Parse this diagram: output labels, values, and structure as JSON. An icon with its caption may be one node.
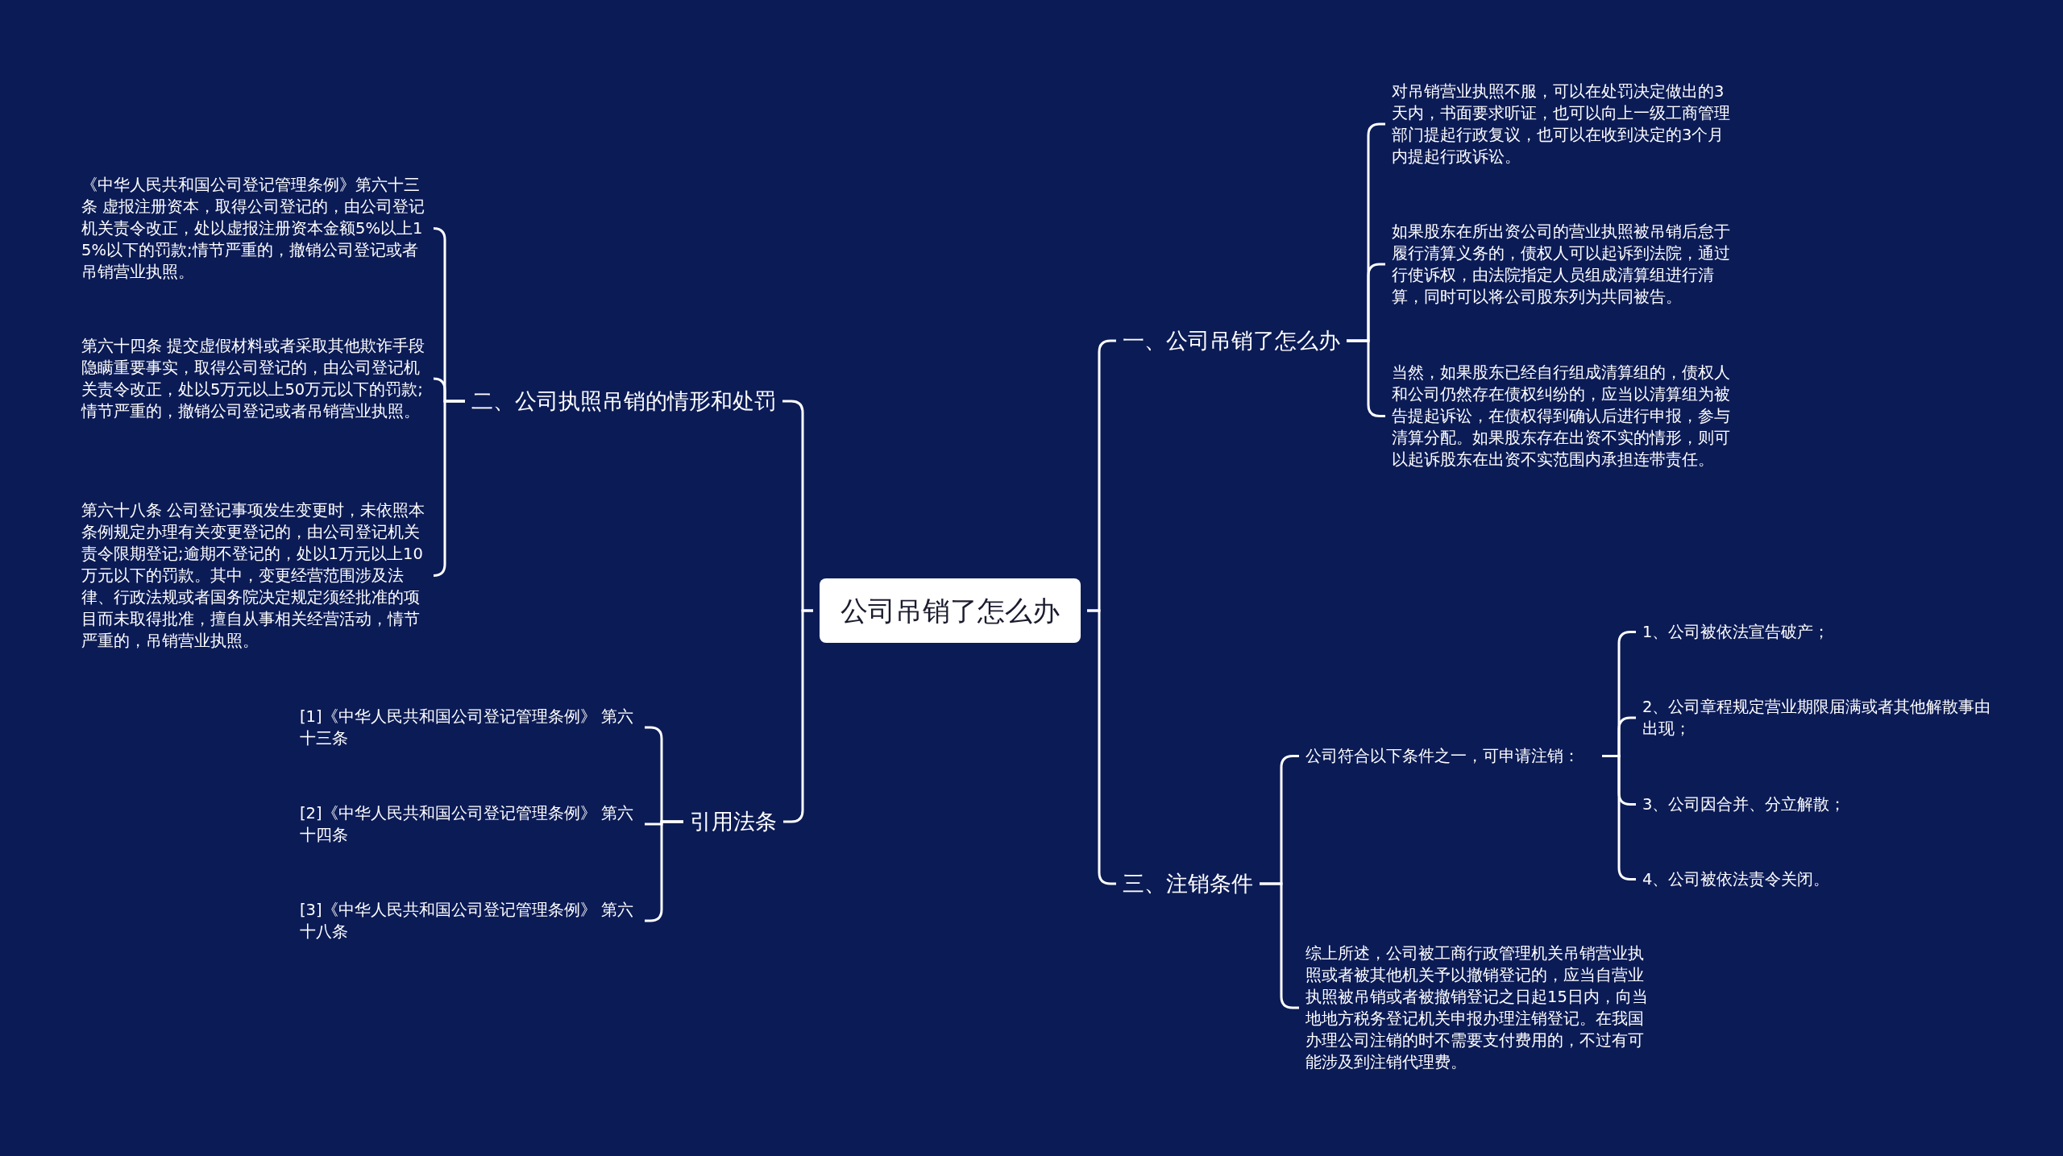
{
  "diagram": {
    "nodes": [
      {
        "text": [
          "公司吊销了怎么办"
        ]
      },
      {
        "text": [
          "一、公司吊销了怎么办"
        ]
      },
      {
        "text": [
          "对吊销营业执照不服，可以在处罚决定做出的3天内，书面要求听证，也可以向上一级工商管理部门提起行政复议，也可以在收到决定的3个月内提起行政诉讼。"
        ]
      },
      {
        "text": [
          "如果股东在所出资公司的营业执照被吊销后怠于履行清算义务的，债权人可以起诉到法院，通过行使诉权，由法院指定人员组成清算组进行清算，同时可以将公司股东列为共同被告。"
        ]
      },
      {
        "text": [
          "当然，如果股东已经自行组成清算组的，债权人和公司仍然存在债权纠纷的，应当以清算组为被告提起诉讼，在债权得到确认后进行申报，参与清算分配。如果股东存在出资不实的情形，则可以起诉股东在出资不实范围内承担连带责任。"
        ]
      },
      {
        "text": [
          "三、注销条件"
        ]
      },
      {
        "text": [
          "公司符合以下条件之一，可申请注销："
        ]
      },
      {
        "text": [
          "1、公司被依法宣告破产；"
        ]
      },
      {
        "text": [
          "2、公司章程规定营业期限届满或者其他解散事由出现；"
        ]
      },
      {
        "text": [
          "3、公司因合并、分立解散；"
        ]
      },
      {
        "text": [
          "4、公司被依法责令关闭。"
        ]
      },
      {
        "text": [
          "综上所述，公司被工商行政管理机关吊销营业执照或者被其他机关予以撤销登记的，应当自营业执照被吊销或者被撤销登记之日起15日内，向当地地方税务登记机关申报办理注销登记。在我国办理公司注销的时不需要支付费用的，不过有可能涉及到注销代理费。"
        ]
      },
      {
        "text": [
          "二、公司执照吊销的情形和处罚"
        ]
      },
      {
        "text": [
          "《中华人民共和国公司登记管理条例》第六十三条 虚报注册资本，取得公司登记的，由公司登记机关责令改正，处以虚报注册资本金额5%以上15%以下的罚款;情节严重的，撤销公司登记或者吊销营业执照。"
        ]
      },
      {
        "text": [
          "第六十四条 提交虚假材料或者采取其他欺诈手段隐瞒重要事实，取得公司登记的，由公司登记机关责令改正，处以5万元以上50万元以下的罚款;情节严重的，撤销公司登记或者吊销营业执照。"
        ]
      },
      {
        "text": [
          "第六十八条 公司登记事项发生变更时，未依照本条例规定办理有关变更登记的，由公司登记机关责令限期登记;逾期不登记的，处以1万元以上10万元以下的罚款。其中，变更经营范围涉及法律、行政法规或者国务院决定规定须经批准的项目而未取得批准，擅自从事相关经营活动，情节严重的，吊销营业执照。"
        ]
      },
      {
        "text": [
          "引用法条"
        ]
      },
      {
        "text": [
          "[1]《中华人民共和国公司登记管理条例》 第六十三条"
        ]
      },
      {
        "text": [
          "[2]《中华人民共和国公司登记管理条例》 第六十四条"
        ]
      },
      {
        "text": [
          "[3]《中华人民共和国公司登记管理条例》 第六十八条"
        ]
      }
    ],
    "edges": [
      {
        "from": 0,
        "to": 1,
        "arrow": "none"
      },
      {
        "from": 1,
        "to": 2,
        "arrow": "none"
      },
      {
        "from": 1,
        "to": 3,
        "arrow": "none"
      },
      {
        "from": 1,
        "to": 4,
        "arrow": "none"
      },
      {
        "from": 0,
        "to": 5,
        "arrow": "none"
      },
      {
        "from": 5,
        "to": 6,
        "arrow": "none"
      },
      {
        "from": 6,
        "to": 7,
        "arrow": "none"
      },
      {
        "from": 6,
        "to": 8,
        "arrow": "none"
      },
      {
        "from": 6,
        "to": 9,
        "arrow": "none"
      },
      {
        "from": 6,
        "to": 10,
        "arrow": "none"
      },
      {
        "from": 5,
        "to": 11,
        "arrow": "none"
      },
      {
        "from": 0,
        "to": 12,
        "arrow": "none"
      },
      {
        "from": 12,
        "to": 13,
        "arrow": "none"
      },
      {
        "from": 12,
        "to": 14,
        "arrow": "none"
      },
      {
        "from": 12,
        "to": 15,
        "arrow": "none"
      },
      {
        "from": 0,
        "to": 16,
        "arrow": "none"
      },
      {
        "from": 16,
        "to": 17,
        "arrow": "none"
      },
      {
        "from": 16,
        "to": 18,
        "arrow": "none"
      },
      {
        "from": 16,
        "to": 19,
        "arrow": "none"
      }
    ]
  }
}
